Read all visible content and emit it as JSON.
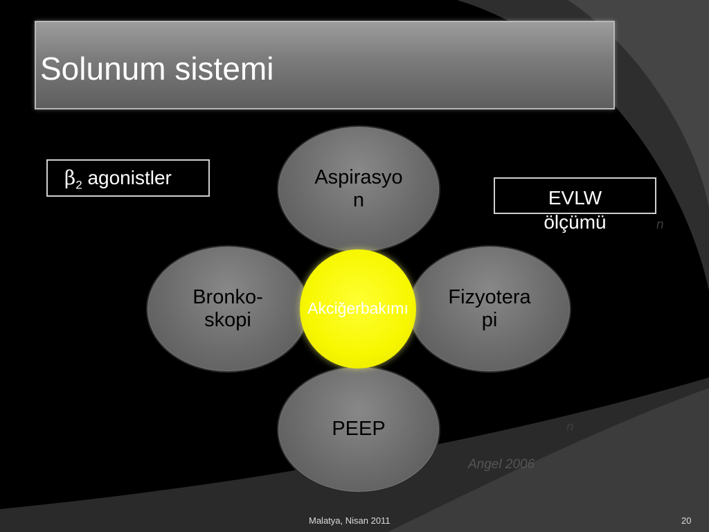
{
  "slide": {
    "title": "Solunum sistemi",
    "beta_symbol": "β",
    "beta_subscript": "2",
    "beta_text": "agonistler",
    "evlw_line1": "EVLW",
    "evlw_line2": "ölçümü",
    "ghost_text_1": "n",
    "ghost_text_2": "n",
    "citation": "Angel 2006",
    "footer_text": "Malatya, Nisan 2011",
    "page_number": "20"
  },
  "diagram": {
    "center": {
      "line1": "Akciğer",
      "line2": "bakımı"
    },
    "petals": {
      "top": {
        "line1": "Aspirasyo",
        "line2": "n"
      },
      "left": {
        "line1": "Bronko-",
        "line2": "skopi"
      },
      "right": {
        "line1": "Fizyotera",
        "line2": "pi"
      },
      "bottom": {
        "line1": "PEEP"
      }
    }
  },
  "colors": {
    "background": "#000000",
    "center_fill": "#f7f700",
    "petal_fill": "#6b6b6b",
    "title_bar": "#7a7a7a"
  }
}
